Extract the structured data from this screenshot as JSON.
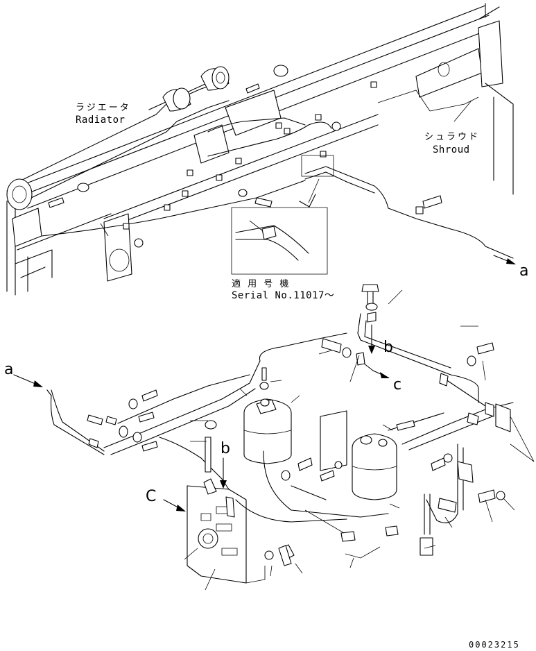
{
  "labels": {
    "radiator_jp": "ラジエータ",
    "radiator_en": "Radiator",
    "shroud_jp": "シュラウド",
    "shroud_en": "Shroud",
    "serial_jp": "適 用 号 機",
    "serial_en": "Serial No.11017～",
    "ref_a_right": "a",
    "ref_a_left": "a",
    "ref_b_top": "b",
    "ref_b_bottom": "b",
    "ref_c_right": "c",
    "ref_c_left": "C",
    "drawing_number": "00023215"
  }
}
